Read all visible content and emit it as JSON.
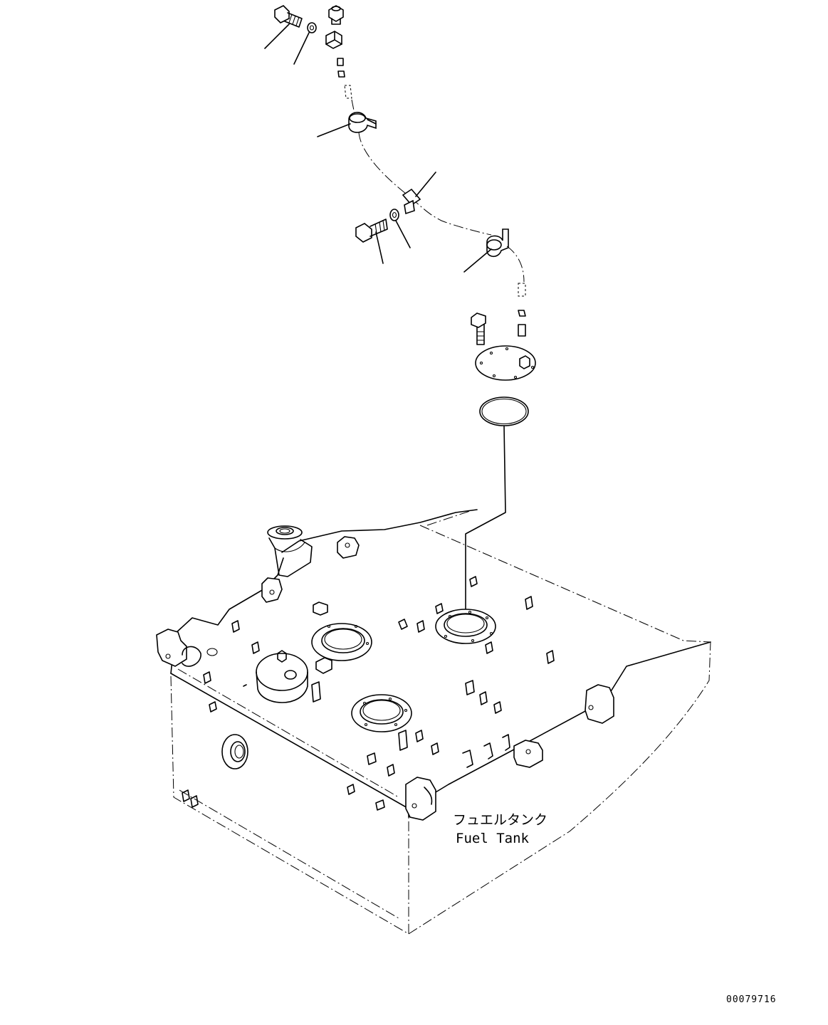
{
  "labels": {
    "tank_label_jp": "フュエルタンク",
    "tank_label_en": "Fuel Tank",
    "drawing_code": "00079716"
  }
}
